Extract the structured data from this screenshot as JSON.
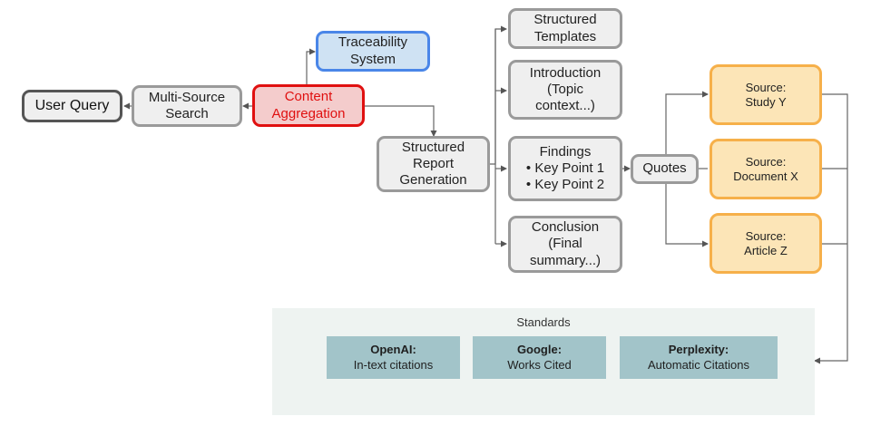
{
  "nodes": {
    "user_query": "User Query",
    "multi_source_search": [
      "Multi-Source",
      "Search"
    ],
    "content_aggregation": [
      "Content",
      "Aggregation"
    ],
    "traceability_system": [
      "Traceability",
      "System"
    ],
    "structured_report_generation": [
      "Structured",
      "Report",
      "Generation"
    ],
    "structured_templates": [
      "Structured",
      "Templates"
    ],
    "introduction": [
      "Introduction",
      "(Topic",
      "context...)"
    ],
    "findings": [
      "Findings",
      "• Key Point 1",
      "• Key Point 2"
    ],
    "conclusion": [
      "Conclusion",
      "(Final",
      "summary...)"
    ],
    "quotes": "Quotes",
    "source_study_y": [
      "Source:",
      "Study Y"
    ],
    "source_document_x": [
      "Source:",
      "Document X"
    ],
    "source_article_z": [
      "Source:",
      "Article Z"
    ]
  },
  "standards": {
    "title": "Standards",
    "items": [
      {
        "name": "OpenAI:",
        "desc": "In-text citations"
      },
      {
        "name": "Google:",
        "desc": "Works Cited"
      },
      {
        "name": "Perplexity:",
        "desc": "Automatic Citations"
      }
    ]
  },
  "colors": {
    "node_gray": "#efefef",
    "border_gray": "#9a9a9a",
    "highlight_red": "#e01010",
    "highlight_red_fill": "#f4cccc",
    "traceability_blue": "#4a86e8",
    "traceability_fill": "#cfe2f3",
    "source_orange": "#f6b04a",
    "source_fill": "#fce5b7",
    "standards_panel": "#eef3f1",
    "standards_card": "#a2c4c9"
  }
}
